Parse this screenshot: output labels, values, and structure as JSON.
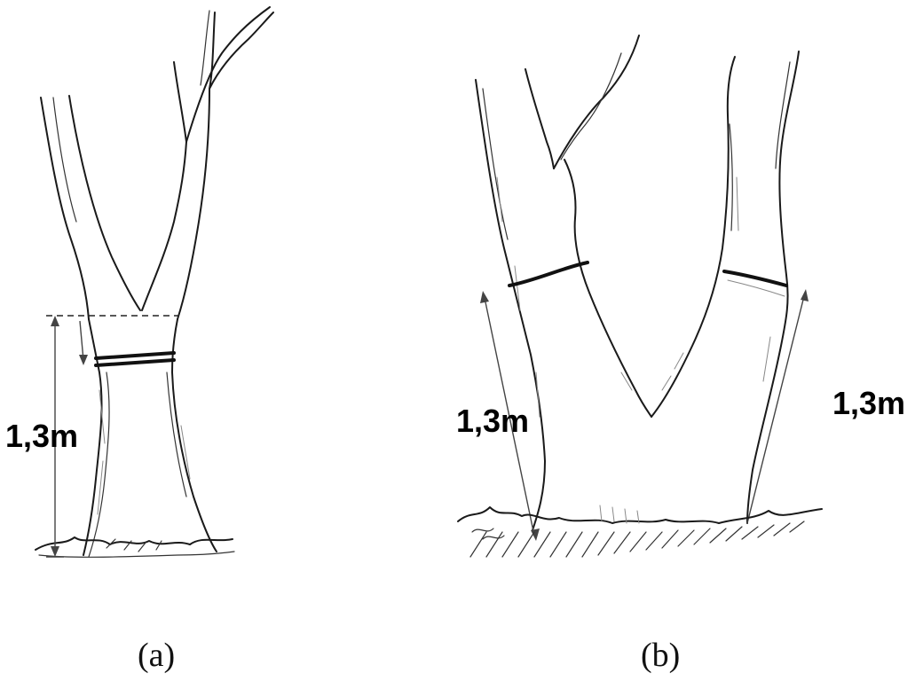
{
  "panels": [
    {
      "id": "a",
      "caption": "(a)",
      "height_labels": [
        "1,3m"
      ]
    },
    {
      "id": "b",
      "caption": "(b)",
      "height_labels": [
        "1,3m",
        "1,3m"
      ]
    }
  ],
  "colors": {
    "ink": "#1a1a1a",
    "background": "#ffffff"
  }
}
